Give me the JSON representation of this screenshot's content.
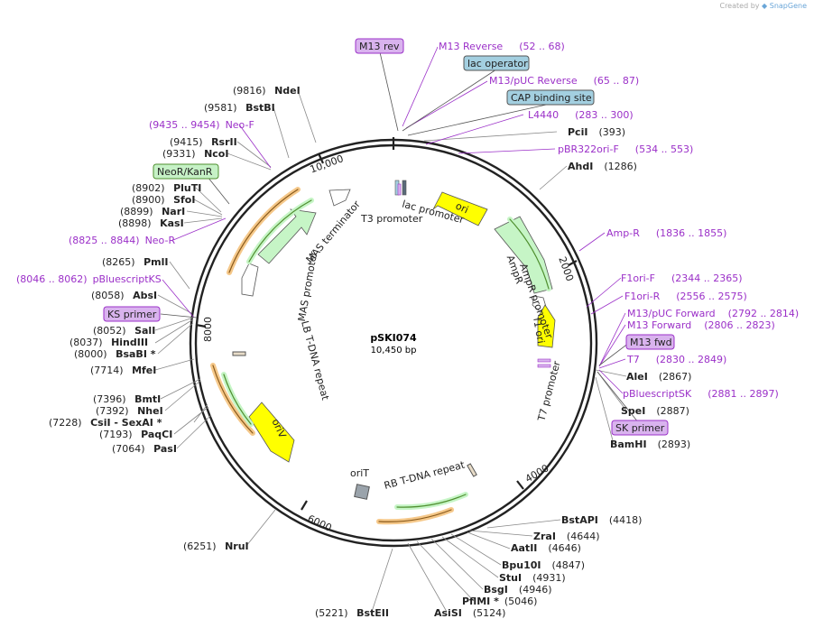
{
  "brand": {
    "created_by": "Created by",
    "app": "SnapGene"
  },
  "plasmid": {
    "name": "pSKI074",
    "size_label": "10,450 bp",
    "length": 10450
  },
  "ticks": [
    "2000",
    "4000",
    "6000",
    "8000",
    "10,000"
  ],
  "colors": {
    "enzyme_line": "#888888",
    "primer": "#9b30c8",
    "primer_fill": "#d9b3ee",
    "feature_fill": "#a3cfe0",
    "marker_fill": "#c6f1c6",
    "ori": "#ffff00",
    "gene": "#c6f5c6",
    "orange": "#f5a442",
    "green": "#4f8f2f"
  },
  "enzymes_left": [
    {
      "pos": "(9816)",
      "name": "NdeI"
    },
    {
      "pos": "(9581)",
      "name": "BstBI"
    },
    {
      "pos": "(9415)",
      "name": "RsrII"
    },
    {
      "pos": "(9331)",
      "name": "NcoI"
    },
    {
      "pos": "(8902)",
      "name": "PluTI"
    },
    {
      "pos": "(8900)",
      "name": "SfoI"
    },
    {
      "pos": "(8899)",
      "name": "NarI"
    },
    {
      "pos": "(8898)",
      "name": "KasI"
    },
    {
      "pos": "(8265)",
      "name": "PmlI"
    },
    {
      "pos": "(8058)",
      "name": "AbsI"
    },
    {
      "pos": "(8052)",
      "name": "SalI"
    },
    {
      "pos": "(8037)",
      "name": "HindIII"
    },
    {
      "pos": "(8000)",
      "name": "BsaBI *"
    },
    {
      "pos": "(7714)",
      "name": "MfeI"
    },
    {
      "pos": "(7396)",
      "name": "BmtI"
    },
    {
      "pos": "(7392)",
      "name": "NheI"
    },
    {
      "pos": "(7228)",
      "name": "CsiI  -  SexAI *"
    },
    {
      "pos": "(7193)",
      "name": "PaqCI"
    },
    {
      "pos": "(7064)",
      "name": "PasI"
    },
    {
      "pos": "(6251)",
      "name": "NruI"
    },
    {
      "pos": "(5221)",
      "name": "BstEII"
    }
  ],
  "enzymes_right": [
    {
      "name": "PciI",
      "pos": "(393)"
    },
    {
      "name": "AhdI",
      "pos": "(1286)"
    },
    {
      "name": "AleI",
      "pos": "(2867)"
    },
    {
      "name": "SpeI",
      "pos": "(2887)"
    },
    {
      "name": "BamHI",
      "pos": "(2893)"
    },
    {
      "name": "BstAPI",
      "pos": "(4418)"
    },
    {
      "name": "ZraI",
      "pos": "(4644)"
    },
    {
      "name": "AatII",
      "pos": "(4646)"
    },
    {
      "name": "Bpu10I",
      "pos": "(4847)"
    },
    {
      "name": "StuI",
      "pos": "(4931)"
    },
    {
      "name": "BsgI",
      "pos": "(4946)"
    },
    {
      "name": "PflMI *",
      "pos": "(5046)"
    },
    {
      "name": "AsiSI",
      "pos": "(5124)"
    }
  ],
  "primers": [
    {
      "name": "M13 Reverse",
      "range": "(52 .. 68)"
    },
    {
      "name": "M13/pUC Reverse",
      "range": "(65 .. 87)"
    },
    {
      "name": "L4440",
      "range": "(283 .. 300)"
    },
    {
      "name": "pBR322ori-F",
      "range": "(534 .. 553)"
    },
    {
      "name": "Amp-R",
      "range": "(1836 .. 1855)"
    },
    {
      "name": "F1ori-F",
      "range": "(2344 .. 2365)"
    },
    {
      "name": "F1ori-R",
      "range": "(2556 .. 2575)"
    },
    {
      "name": "M13/pUC Forward",
      "range": "(2792 .. 2814)"
    },
    {
      "name": "M13 Forward",
      "range": "(2806 .. 2823)"
    },
    {
      "name": "T7",
      "range": "(2830 .. 2849)"
    },
    {
      "name": "pBluescriptSK",
      "range": "(2881 .. 2897)"
    },
    {
      "name": "Neo-F",
      "range": "(9435 .. 9454)"
    },
    {
      "name": "Neo-R",
      "range": "(8825 .. 8844)"
    },
    {
      "name": "pBluescriptKS",
      "range": "(8046 .. 8062)"
    }
  ],
  "boxed": {
    "m13_rev": "M13 rev",
    "lac_operator": "lac operator",
    "cap_site": "CAP binding site",
    "m13_fwd": "M13 fwd",
    "sk_primer": "SK primer",
    "ks_primer": "KS primer",
    "neor": "NeoR/KanR"
  },
  "inner_labels": {
    "ori": "ori",
    "lac_promoter": "lac promoter",
    "t3_promoter": "T3 promoter",
    "mas_terminator": "MAS terminator",
    "mas_promoter": "MAS promoter",
    "lb": "LB T-DNA repeat",
    "ampr": "AmpR",
    "ampr_promoter": "AmpR promoter",
    "f1_ori": "f1 ori",
    "t7_promoter": "T7 promoter",
    "oriv": "oriV",
    "orit": "oriT",
    "rb": "RB T-DNA repeat"
  }
}
